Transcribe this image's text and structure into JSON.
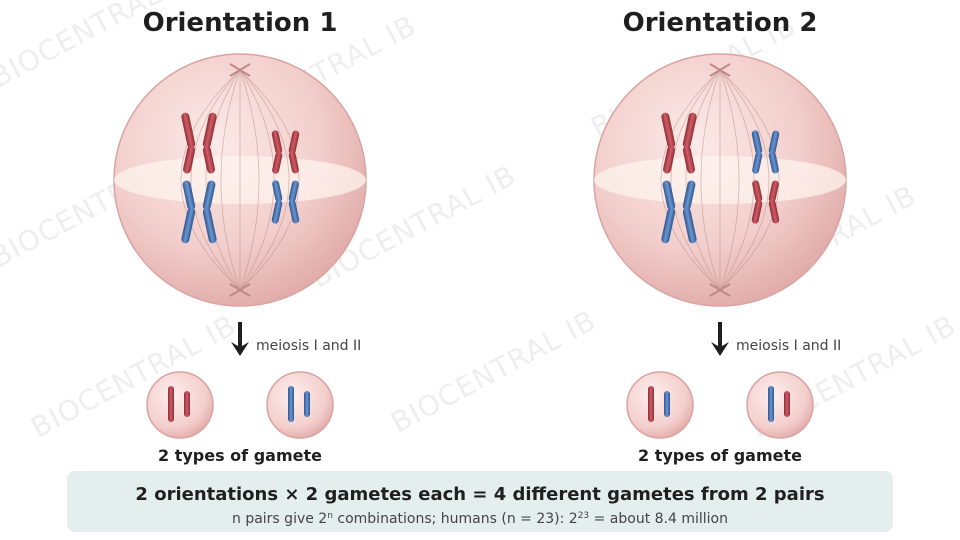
{
  "orientations": [
    {
      "title": "Orientation 1",
      "step_label": "meiosis I and II",
      "gamete_caption": "2 types of gamete"
    },
    {
      "title": "Orientation 2",
      "step_label": "meiosis I and II",
      "gamete_caption": "2 types of gamete"
    }
  ],
  "summary": {
    "main": "2 orientations × 2 gametes each = 4 different gametes from 2 pairs",
    "sub_part1": "n pairs give 2",
    "sub_exp1": "n",
    "sub_part2": " combinations; humans (n = 23): 2",
    "sub_exp2": "23",
    "sub_part3": " = about 8.4 million"
  },
  "watermark": "BIOCENTRAL IB",
  "colors": {
    "maternal": "#b9434e",
    "paternal": "#4471b0",
    "cell_fill": "#f0c8c6",
    "summary_bg": "#e5eeef"
  }
}
